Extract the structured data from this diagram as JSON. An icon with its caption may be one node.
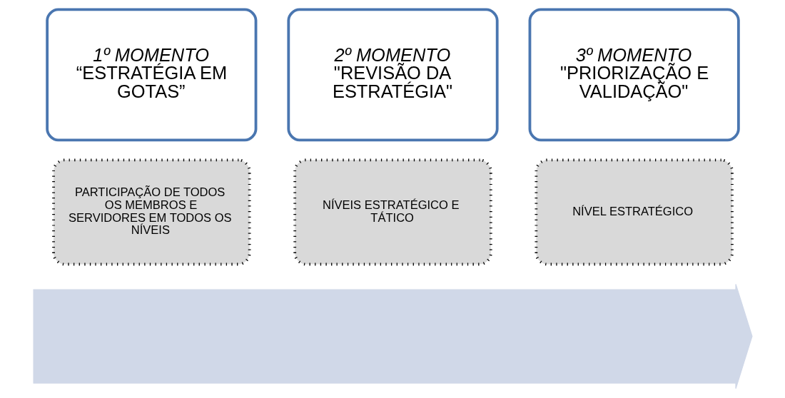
{
  "diagram": {
    "nodes": [
      {
        "text": [],
        "shape": "arrow"
      },
      {
        "text": [
          "1º MOMENTO",
          "“ESTRATÉGIA EM GOTAS”"
        ]
      },
      {
        "text": [
          "2º MOMENTO",
          "\"REVISÃO DA ESTRATÉGIA\""
        ]
      },
      {
        "text": [
          "3º MOMENTO",
          "\"PRIORIZAÇÃO E VALIDAÇÃO\""
        ]
      },
      {
        "text": [
          "PARTICIPAÇÃO DE TODOS OS MEMBROS E SERVIDORES EM TODOS OS NÍVEIS"
        ]
      },
      {
        "text": [
          "NÍVEIS ESTRATÉGICO E TÁTICO"
        ]
      },
      {
        "text": [
          "NÍVEL ESTRATÉGICO"
        ]
      }
    ],
    "edges": []
  }
}
